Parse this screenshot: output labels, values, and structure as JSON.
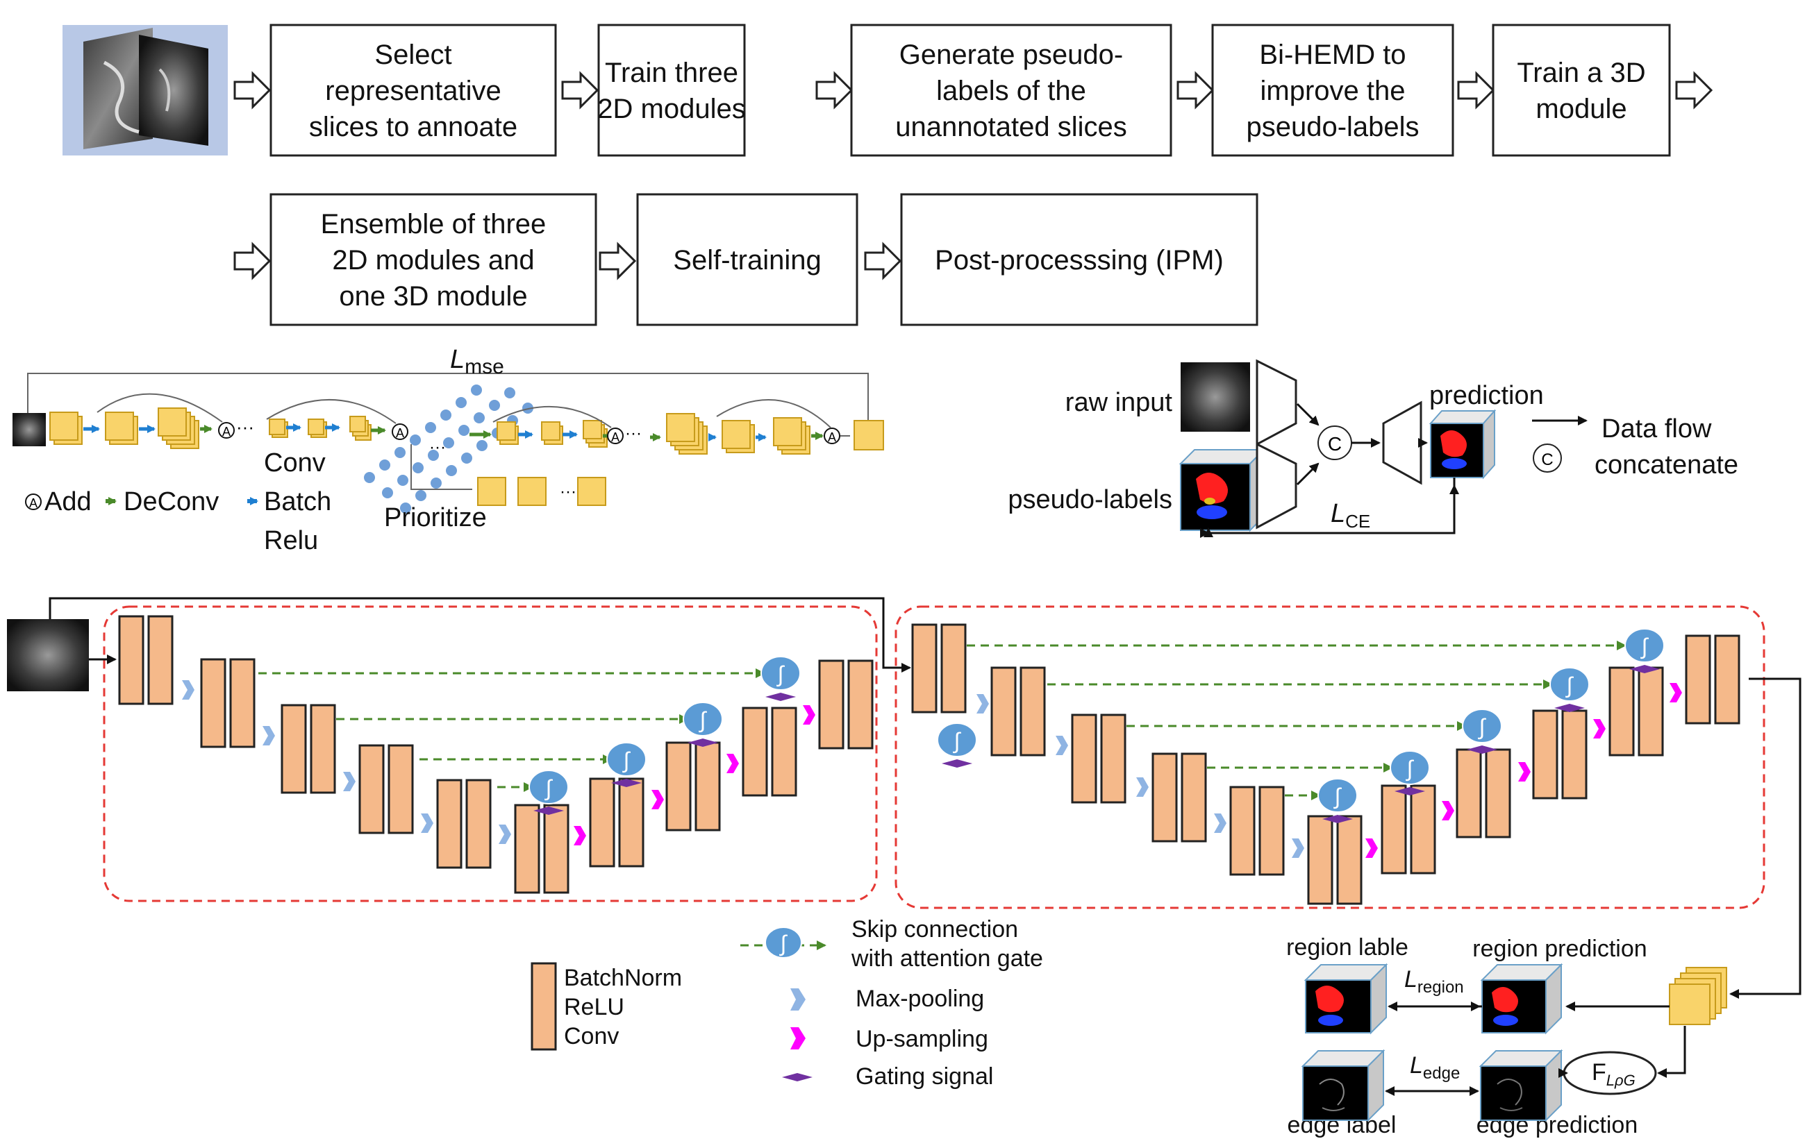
{
  "pipeline": {
    "row1": [
      [
        "Select",
        "representative",
        "slices to annoate"
      ],
      [
        "Train three",
        "2D modules"
      ],
      [
        "Generate pseudo-",
        "labels of the",
        "unannotated slices"
      ],
      [
        "Bi-HEMD to",
        "improve the",
        "pseudo-labels"
      ],
      [
        "Train a 3D",
        "module"
      ]
    ],
    "row2": [
      [
        "Ensemble of three",
        "2D modules and",
        "one 3D module"
      ],
      [
        "Self-training"
      ],
      [
        "Post-processsing (IPM)"
      ]
    ]
  },
  "bihemd": {
    "loss": "L",
    "loss_sub": "mse",
    "prioritize": "Prioritize",
    "add_symbol": "A",
    "legend_add": "Add",
    "legend_deconv": "DeConv",
    "legend_conv": "Conv",
    "legend_batch": "Batch",
    "legend_relu": "Relu",
    "ellipsis": "···"
  },
  "fusion": {
    "raw_input": "raw input",
    "pseudo_labels": "pseudo-labels",
    "prediction": "prediction",
    "concat_symbol": "C",
    "loss": "L",
    "loss_sub": "CE",
    "data_flow": "Data flow",
    "concatenate": "concatenate"
  },
  "unet_legend": {
    "skip_line1": "Skip connection",
    "skip_line2": "with attention gate",
    "block_line1": "BatchNorm",
    "block_line2": "ReLU",
    "block_line3": "Conv",
    "maxpool": "Max-pooling",
    "upsample": "Up-sampling",
    "gating": "Gating signal",
    "attention_symbol": "∫"
  },
  "outputs": {
    "region_label": "region lable",
    "region_prediction": "region prediction",
    "edge_label": "edge label",
    "edge_prediction": "edge prediction",
    "loss_region": "L",
    "loss_region_sub": "region",
    "loss_edge": "L",
    "loss_edge_sub": "edge",
    "flpg": "F",
    "flpg_sub": "LρG"
  },
  "colors": {
    "block": "#f5b98a",
    "attention": "#5b9bd5",
    "maxpool": "#8fb4e3",
    "upsample": "#ff00ff",
    "gating": "#7030a0",
    "skip": "#4a8a2a",
    "dashed_box": "#e53935",
    "feature": "#f9d36a"
  }
}
